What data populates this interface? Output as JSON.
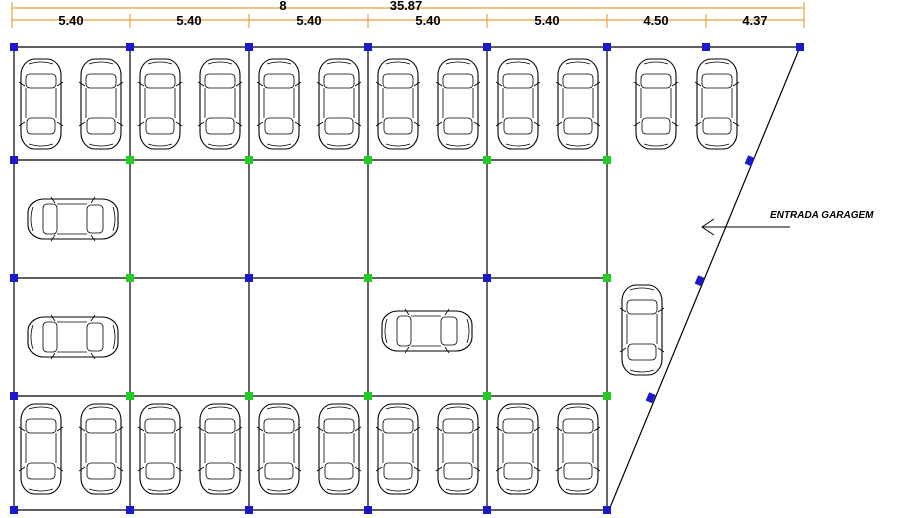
{
  "dimensions": {
    "total": "35.87",
    "segments": [
      "5.40",
      "5.40",
      "5.40",
      "5.40",
      "5.40",
      "4.50",
      "4.37"
    ],
    "partial_mark": "8"
  },
  "labels": {
    "entrance": "ENTRADA GARAGEM"
  },
  "colors": {
    "dimension": "#e8a23a",
    "structural_column": "#1a1acc",
    "intermediate_column": "#22cc22",
    "lines": "#000000"
  },
  "icons": {
    "entrance_arrow": "arrow-left-icon",
    "car": "car-top-view-icon"
  },
  "parking": {
    "top_row_cars": 12,
    "bottom_row_cars": 10,
    "horizontal_cars": 3,
    "vertical_ramp_car": 1
  }
}
